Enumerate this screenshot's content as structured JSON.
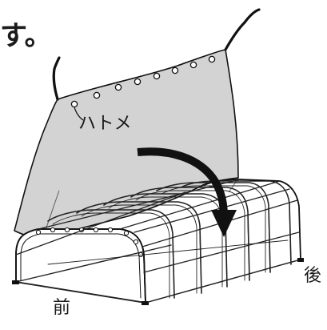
{
  "caption_fragment": "す。",
  "labels": {
    "grommet": "ハトメ",
    "rear": "後",
    "front": "前"
  },
  "colors": {
    "cover_fill": "#d3d3d3",
    "outline": "#111111",
    "frame_line": "#222222",
    "arrow": "#111111",
    "background": "#ffffff"
  },
  "icons": {
    "arrow": "curved-arrow-icon",
    "grommet": "grommet-hole-icon"
  }
}
